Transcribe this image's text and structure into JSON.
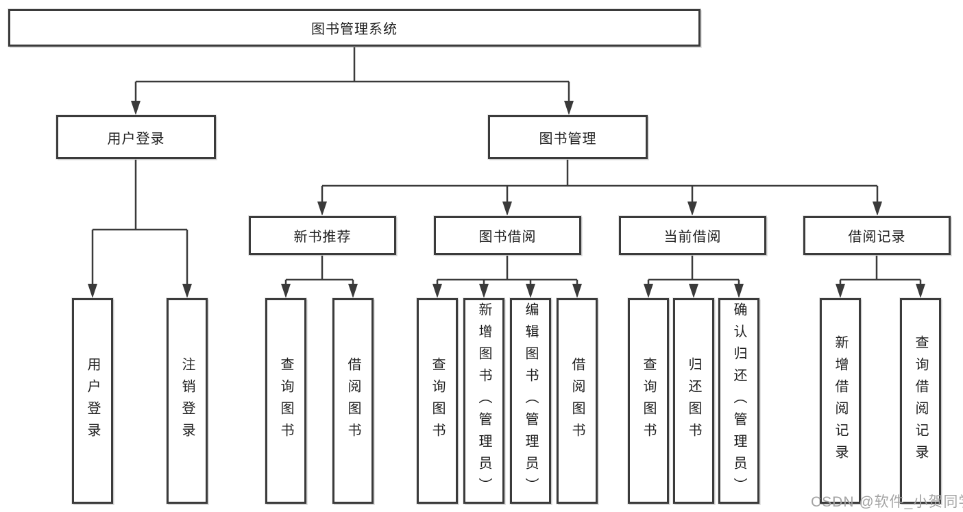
{
  "diagram": {
    "root": {
      "label": "图书管理系统"
    },
    "branches": [
      {
        "label": "用户登录",
        "children": [
          {
            "label": "用户登录"
          },
          {
            "label": "注销登录"
          }
        ]
      },
      {
        "label": "图书管理",
        "children": [
          {
            "label": "新书推荐",
            "children": [
              {
                "label": "查询图书"
              },
              {
                "label": "借阅图书"
              }
            ]
          },
          {
            "label": "图书借阅",
            "children": [
              {
                "label": "查询图书"
              },
              {
                "label": "新增图书（管理员）"
              },
              {
                "label": "编辑图书（管理员）"
              },
              {
                "label": "借阅图书"
              }
            ]
          },
          {
            "label": "当前借阅",
            "children": [
              {
                "label": "查询图书"
              },
              {
                "label": "归还图书"
              },
              {
                "label": "确认归还（管理员）"
              }
            ]
          },
          {
            "label": "借阅记录",
            "children": [
              {
                "label": "新增借阅记录"
              },
              {
                "label": "查询借阅记录"
              }
            ]
          }
        ]
      }
    ]
  },
  "watermark": {
    "text": "CSDN @软件_小贺同学"
  },
  "colors": {
    "line": "#3a3a3a",
    "box_border": "#3b3b3b",
    "text": "#1f1f1f",
    "watermark": "#a3a3a3",
    "background": "#ffffff"
  }
}
